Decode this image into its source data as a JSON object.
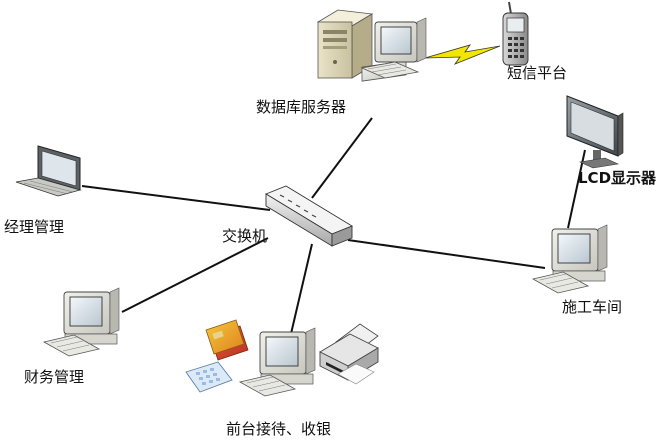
{
  "diagram": {
    "nodes": {
      "db_server": {
        "label": "数据库服务器"
      },
      "sms": {
        "label": "短信平台"
      },
      "lcd": {
        "label": "LCD显示器"
      },
      "manager": {
        "label": "经理管理"
      },
      "switch": {
        "label": "交换机"
      },
      "workshop": {
        "label": "施工车间"
      },
      "finance": {
        "label": "财务管理"
      },
      "reception": {
        "label": "前台接待、收银"
      }
    }
  }
}
